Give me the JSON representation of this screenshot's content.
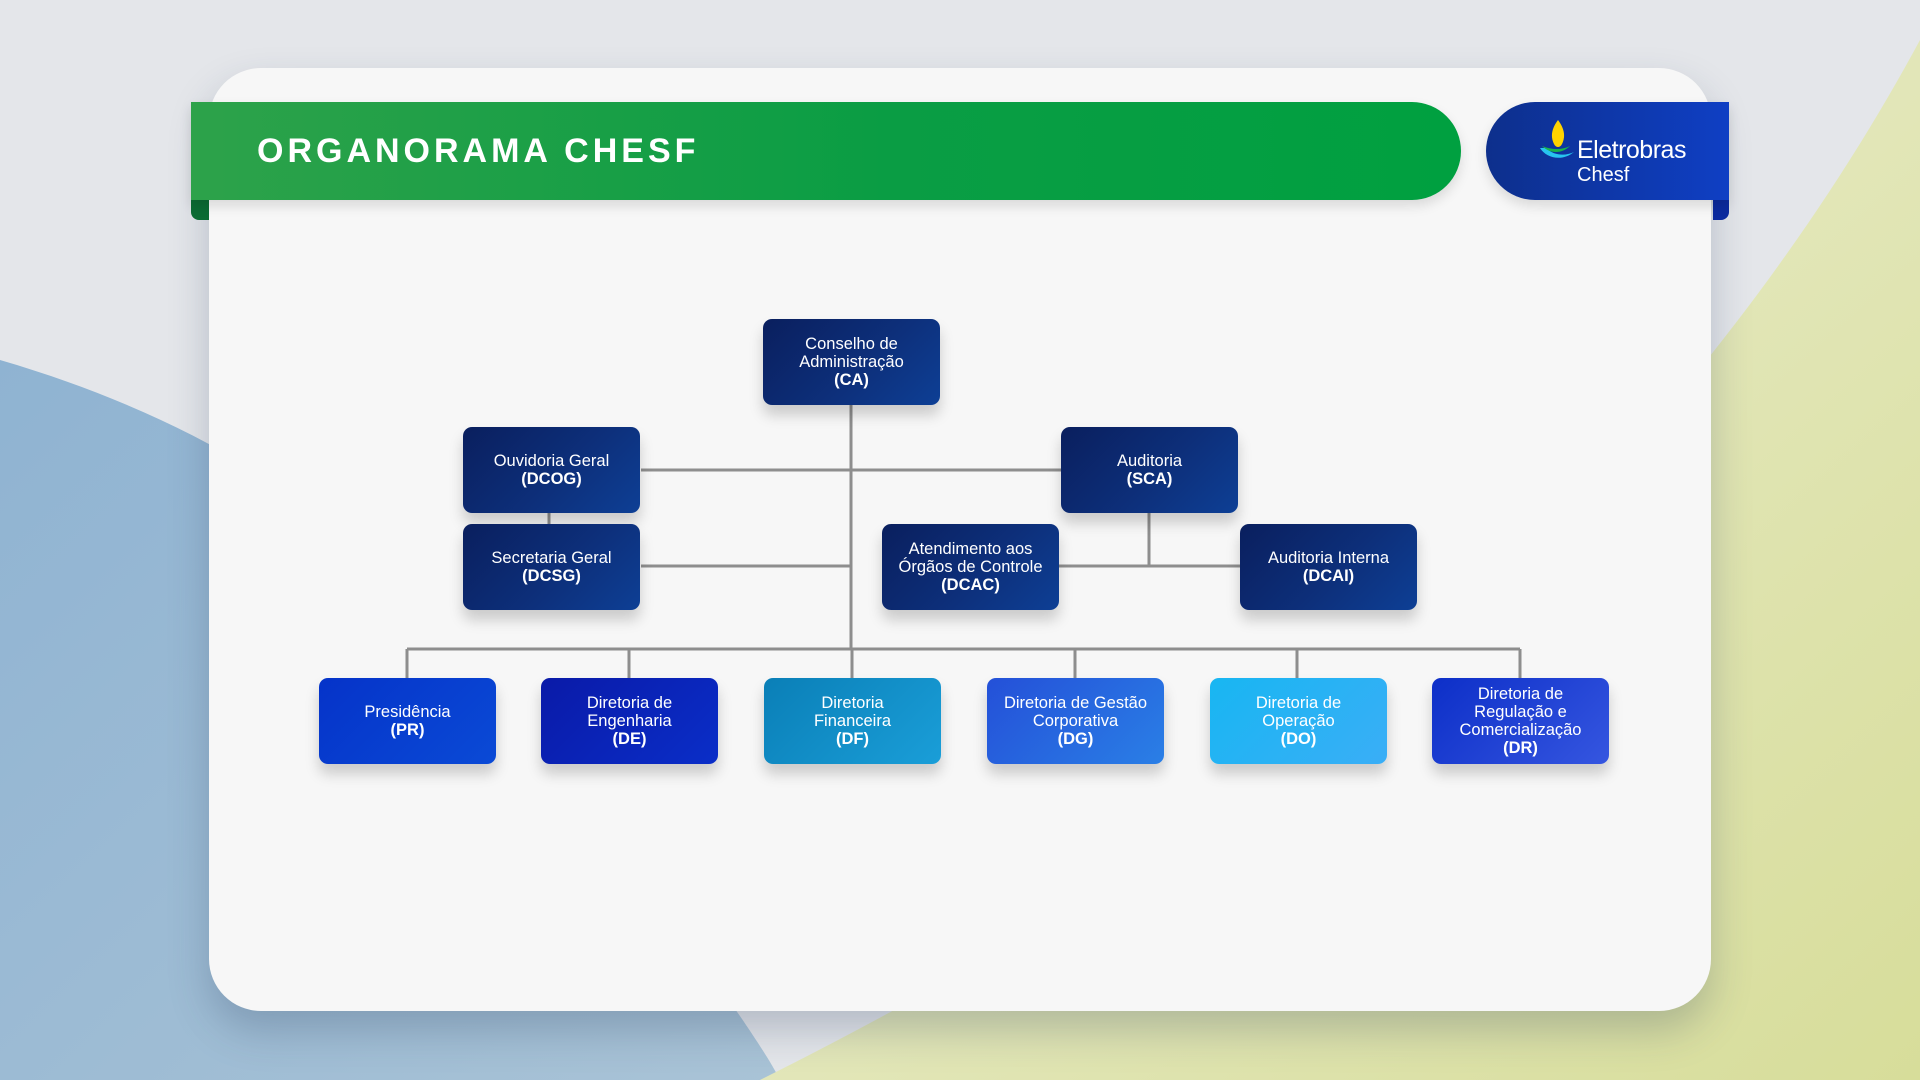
{
  "header": {
    "title": "ORGANORAMA CHESF",
    "logo_name": "Eletrobras",
    "logo_sub": "Chesf"
  },
  "colors": {
    "banner_green": "#0a9d44",
    "logo_blue": "#0f3fc4",
    "node_dark": "#0d2f7a",
    "connector": "#8e8e8e"
  },
  "nodes": {
    "ca": {
      "lines": [
        "Conselho de",
        "Administração"
      ],
      "abbr": "(CA)"
    },
    "dcog": {
      "lines": [
        "Ouvidoria Geral"
      ],
      "abbr": "(DCOG)"
    },
    "sca": {
      "lines": [
        "Auditoria"
      ],
      "abbr": "(SCA)"
    },
    "dcsg": {
      "lines": [
        "Secretaria Geral"
      ],
      "abbr": "(DCSG)"
    },
    "dcac": {
      "lines": [
        "Atendimento aos",
        "Órgãos de Controle"
      ],
      "abbr": "(DCAC)"
    },
    "dcai": {
      "lines": [
        "Auditoria Interna"
      ],
      "abbr": "(DCAI)"
    },
    "pr": {
      "lines": [
        "Presidência"
      ],
      "abbr": "(PR)"
    },
    "de": {
      "lines": [
        "Diretoria de",
        "Engenharia"
      ],
      "abbr": "(DE)"
    },
    "df": {
      "lines": [
        "Diretoria",
        "Financeira"
      ],
      "abbr": "(DF)"
    },
    "dg": {
      "lines": [
        "Diretoria de Gestão",
        "Corporativa"
      ],
      "abbr": "(DG)"
    },
    "do": {
      "lines": [
        "Diretoria de",
        "Operação"
      ],
      "abbr": "(DO)"
    },
    "dr": {
      "lines": [
        "Diretoria de",
        "Regulação e",
        "Comercialização"
      ],
      "abbr": "(DR)"
    }
  }
}
